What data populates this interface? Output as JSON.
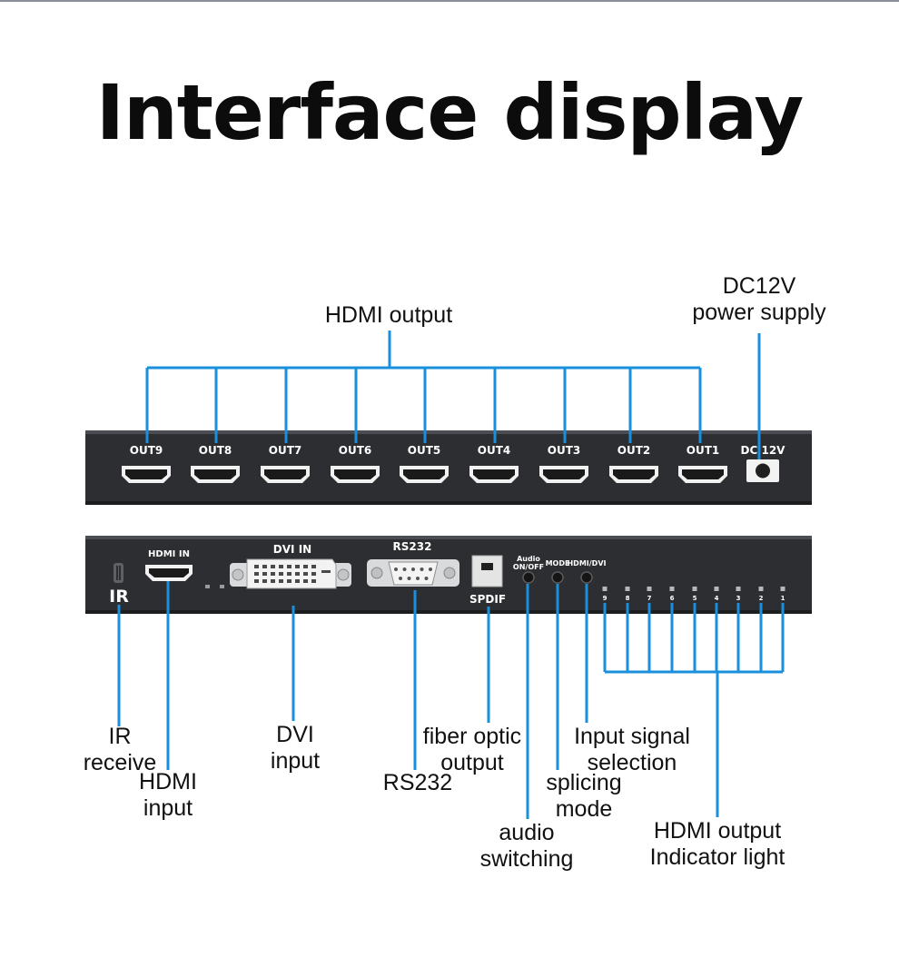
{
  "title": "Interface display",
  "top_panel": {
    "outputs": [
      "OUT9",
      "OUT8",
      "OUT7",
      "OUT6",
      "OUT5",
      "OUT4",
      "OUT3",
      "OUT2",
      "OUT1"
    ],
    "power_port": "DC 12V"
  },
  "bottom_panel": {
    "ir": "IR",
    "hdmi_in": "HDMI IN",
    "dvi_in": "DVI IN",
    "rs232": "RS232",
    "spdif": "SPDIF",
    "audio_line1": "Audio",
    "audio_line2": "ON/OFF",
    "mode": "MODE",
    "hdmi_dvi": "HDMI/DVI",
    "led_numbers": [
      "9",
      "8",
      "7",
      "6",
      "5",
      "4",
      "3",
      "2",
      "1"
    ]
  },
  "labels": {
    "hdmi_output": "HDMI output",
    "dc_line1": "DC12V",
    "dc_line2": "power supply",
    "ir_line1": "IR",
    "ir_line2": "receive",
    "hdmi_input_line1": "HDMI",
    "hdmi_input_line2": "input",
    "dvi_line1": "DVI",
    "dvi_line2": "input",
    "fiber_line1": "fiber optic",
    "fiber_line2": "output",
    "rs232": "RS232",
    "input_sel_line1": "Input signal",
    "input_sel_line2": "selection",
    "splicing_line1": "splicing",
    "splicing_line2": "mode",
    "audio_line1": "audio",
    "audio_line2": "switching",
    "indicator_line1": "HDMI output",
    "indicator_line2": "Indicator light"
  },
  "colors": {
    "callout_line": "#1a8fdc",
    "panel": "#2c2e31",
    "panel_edge": "#4a4d52"
  }
}
